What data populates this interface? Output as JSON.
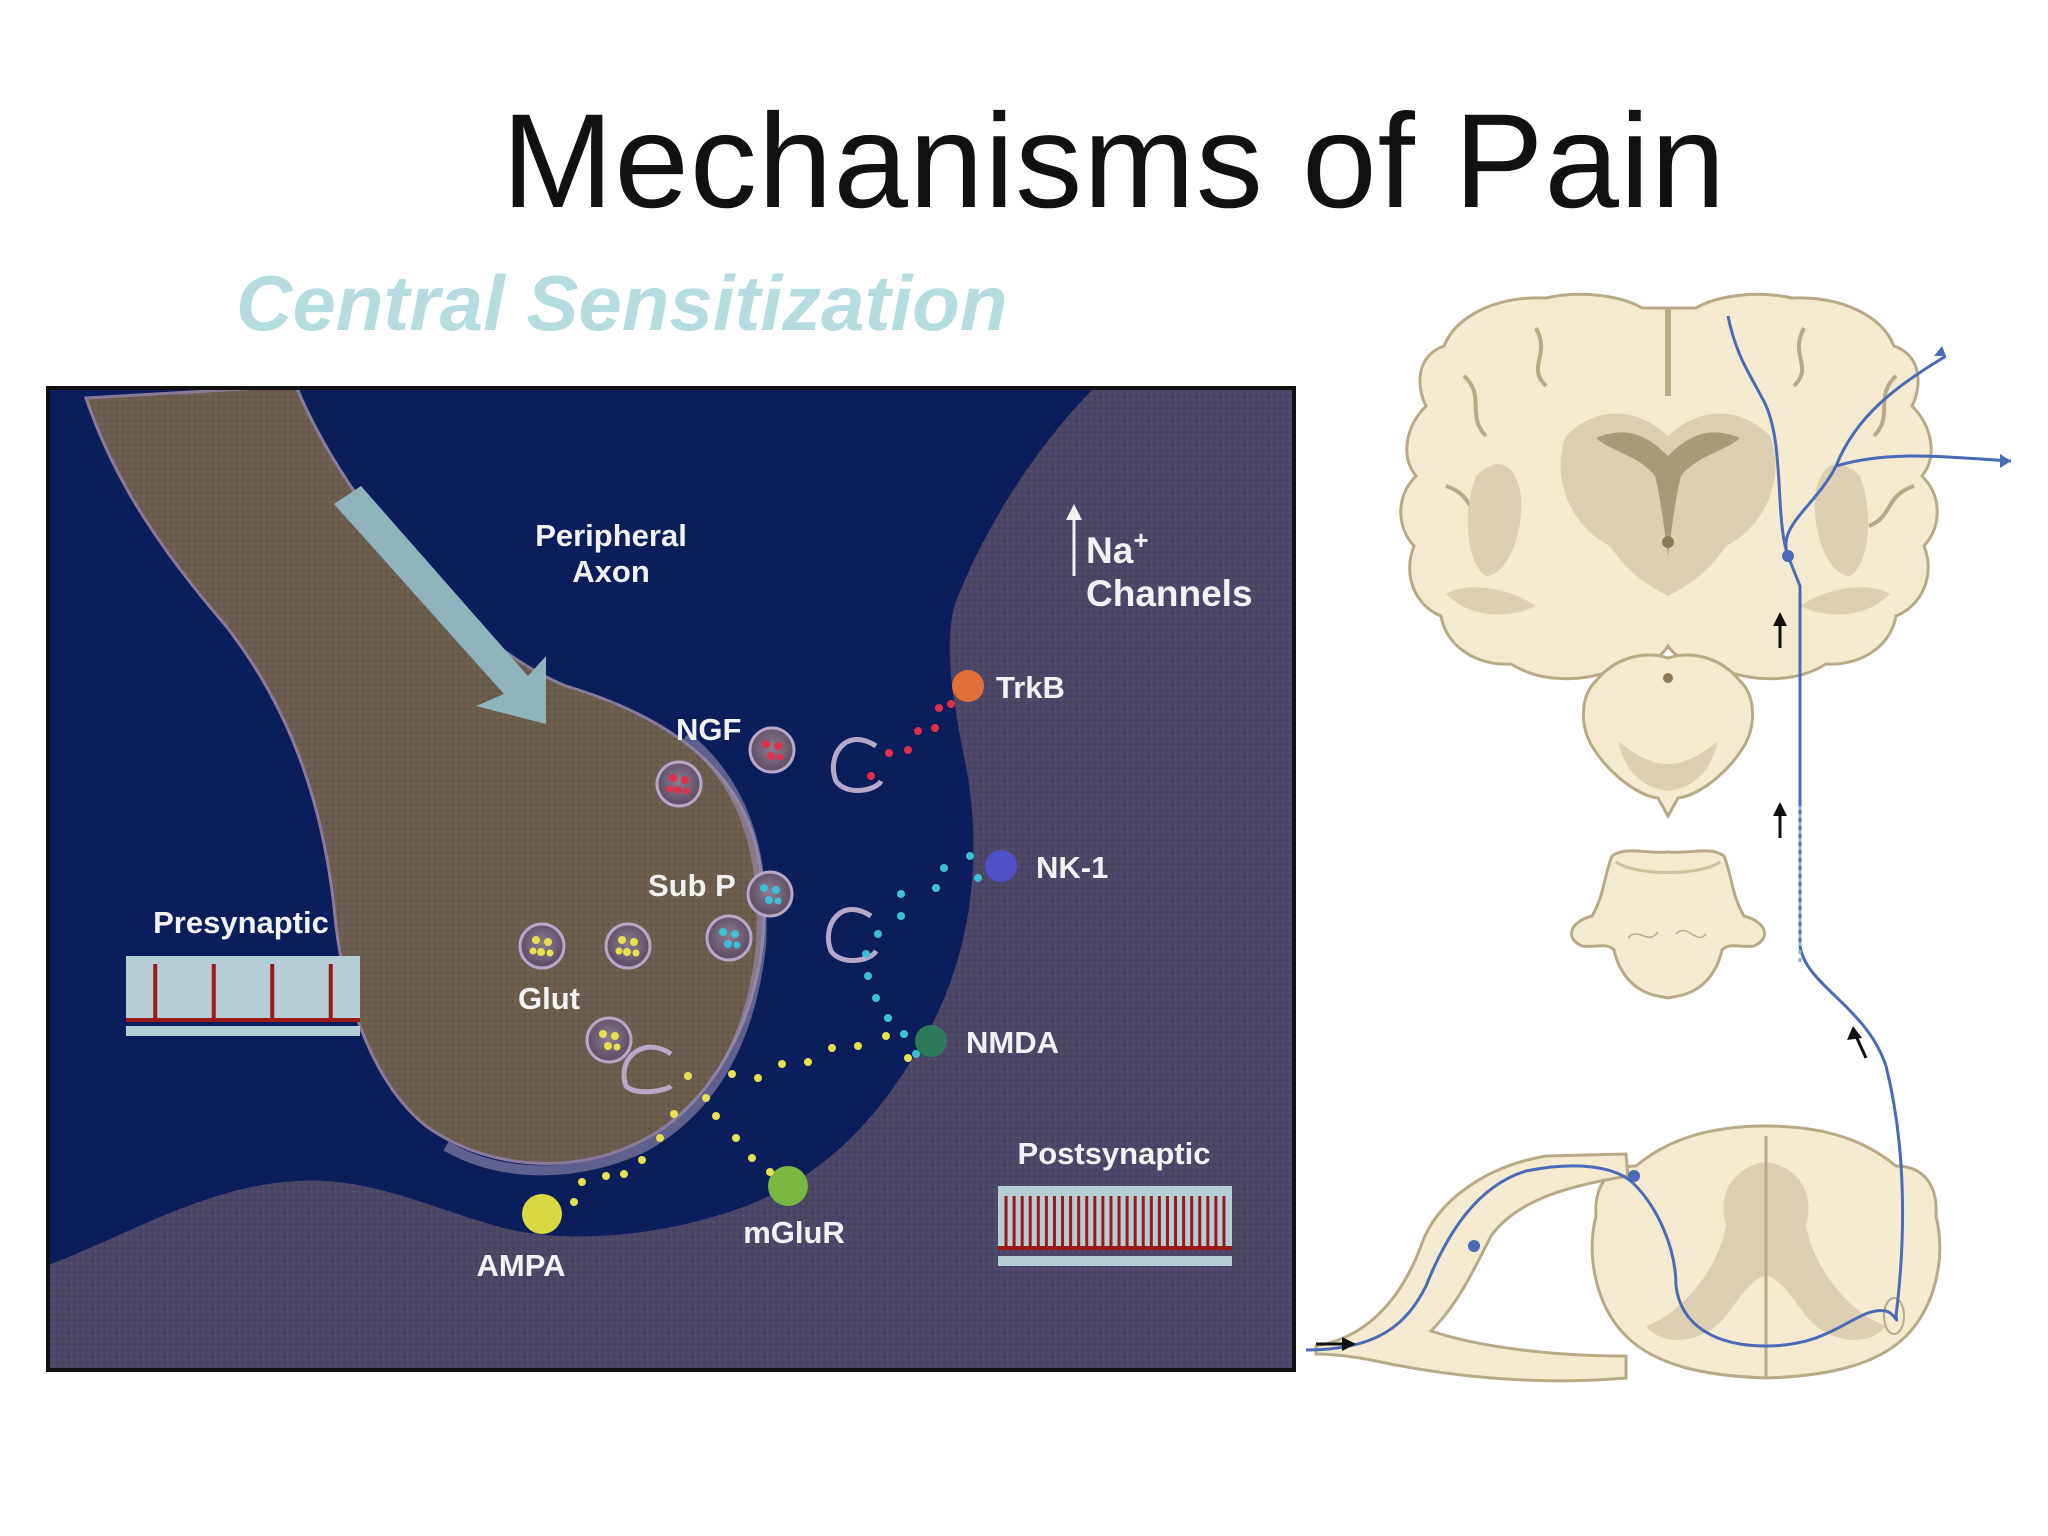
{
  "slide": {
    "title": "Mechanisms of Pain",
    "subtitle": "Central Sensitization"
  },
  "colors": {
    "subtitle": "#b5dde0",
    "synapse_background": "#0c1d5c",
    "postsynaptic_tissue": "#4c4666",
    "presynaptic_terminal": "#6a5c4d",
    "arrow": "#8fb4bb",
    "ngf_dots": "#e0304a",
    "subp_dots": "#3cc0d8",
    "glut_dots": "#e8e050",
    "trkb_receptor": "#e07038",
    "nk1_receptor": "#5050c8",
    "nmda_receptor": "#2c7a5a",
    "ampa_receptor": "#d8d840",
    "mglur_receptor": "#78b840",
    "neural_tissue": "#f3ead0",
    "gray_matter": "#ddd0b2",
    "pathway_line": "#4a6ab8",
    "spike_bar": "#9a1a1a",
    "trace_background": "#b5cdd4"
  },
  "synapse": {
    "labels": {
      "peripheral_line1": "Peripheral",
      "peripheral_line2": "Axon",
      "na_line1": "Na",
      "na_superscript": "+",
      "na_line2": "Channels",
      "trkb": "TrkB",
      "ngf": "NGF",
      "nk1": "NK-1",
      "subp": "Sub P",
      "glut": "Glut",
      "nmda": "NMDA",
      "ampa": "AMPA",
      "mglur": "mGluR",
      "presynaptic": "Presynaptic",
      "postsynaptic": "Postsynaptic"
    },
    "presynaptic_spike_count": 4,
    "postsynaptic_spike_count": 28
  },
  "pathway": {
    "icons": [
      "up-arrow-icon",
      "up-arrow-icon",
      "up-arrow-icon",
      "right-arrow-icon"
    ]
  }
}
